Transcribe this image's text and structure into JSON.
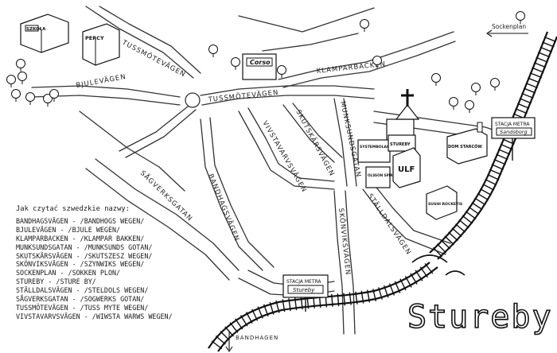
{
  "map_title": "Stureby",
  "streets": {
    "tussmotevagen_top": "TUSSMÖTEVÄGEN",
    "bjulevagen": "BJULEVÄGEN",
    "tussmotevagen_mid": "TUSSMÖTEVÄGEN",
    "klamparbacken": "KLAMPARBACKEN",
    "skutskarsvagen": "SKUTSKÄRSVÄGEN",
    "munksundsgatan": "MUNKSUNDSGATAN",
    "vivstavarvsvagen": "VIVSTAVARVSVÄGEN",
    "bandhagsvagen": "BANDHAGSVÄGEN",
    "sagverksgatan": "SÅGVERKSGATAN",
    "skonviksvagen": "SKÖNVIKSVÄGEN",
    "stalldalsvagen": "STÄLLDALSVÄGEN"
  },
  "buildings": {
    "school": "SZKOŁA",
    "percy": "PERCY",
    "corso": "Corso",
    "systembolaget": "SYSTEMBOLAGET",
    "shop_center": "STUREBY",
    "olsson": "OLSSON SPIRITUS",
    "ulf": "ULF",
    "dom_starcow": "DOM STARCÓW",
    "sushi_rocketis": "SUSHI ROCKETIS"
  },
  "signs": {
    "metro_east": {
      "line1": "STACJA METRA",
      "line2": "Sandsborg"
    },
    "metro_south": {
      "line1": "STACJA METRA",
      "line2": "Stureby"
    },
    "sockenplan": "Sockenplan",
    "bandhagen": "BANDHAGEN"
  },
  "legend": {
    "title": "Jak czytać szwedzkie nazwy:",
    "items": [
      "BANDHAGSVÄGEN - /BANDHOGS WEGEN/",
      "BJULEVÄGEN - /BJULE WEGEN/",
      "KLAMPARBACKEN - /KLAMPAR BAKKEN/",
      "MUNKSUNDSGATAN - /MUNKSUNDS GOTAN/",
      "SKUTSKÄRSVÄGEN - /SKUTSZESZ WEGEN/",
      "SKÖNVIKSVÄGEN - /SZYNWIKS WEGEN/",
      "SOCKENPLAN - /SOKKEN PLON/",
      "STUREBY - /STURE BY/",
      "STÄLLDALSVÄGEN - /STELDOLS WEGEN/",
      "SÅGVERKSGATAN - /SOGWERKS GOTAN/",
      "TUSSMÖTEVÄGEN - /TUSS MYTE WEGEN/",
      "VIVSTAVARVSVÄGEN - /WIWSTA WARWS WEGEN/"
    ]
  },
  "colors": {
    "ink": "#1a1a1a",
    "paper": "#ffffff"
  }
}
